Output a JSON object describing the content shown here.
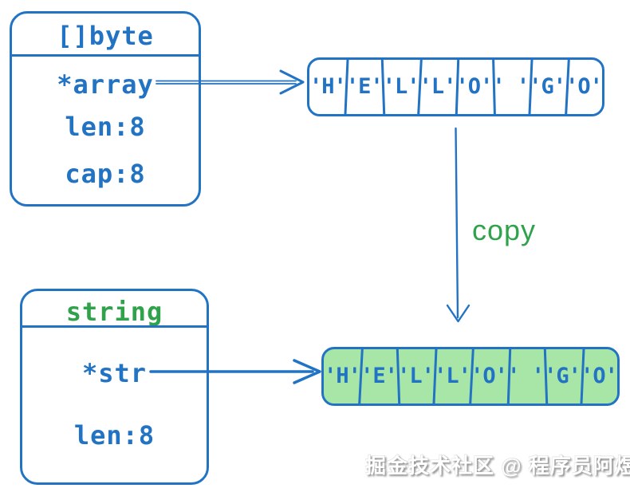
{
  "colors": {
    "blue": "#2273c4",
    "green": "#31a24c",
    "green_fill": "#a8e6a8"
  },
  "byte_struct": {
    "title": "[]byte",
    "fields": [
      "*array",
      "len:8",
      "cap:8"
    ]
  },
  "string_struct": {
    "title": "string",
    "fields": [
      "*str",
      "len:8"
    ]
  },
  "arrays": {
    "top": {
      "cells": [
        "'H'",
        "'E'",
        "'L'",
        "'L'",
        "'O'",
        "' '",
        "'G'",
        "'O'"
      ]
    },
    "bottom": {
      "cells": [
        "'H'",
        "'E'",
        "'L'",
        "'L'",
        "'O'",
        "' '",
        "'G'",
        "'O'"
      ]
    }
  },
  "labels": {
    "copy": "copy",
    "watermark": "掘金技术社区 @ 程序员阿煜"
  }
}
